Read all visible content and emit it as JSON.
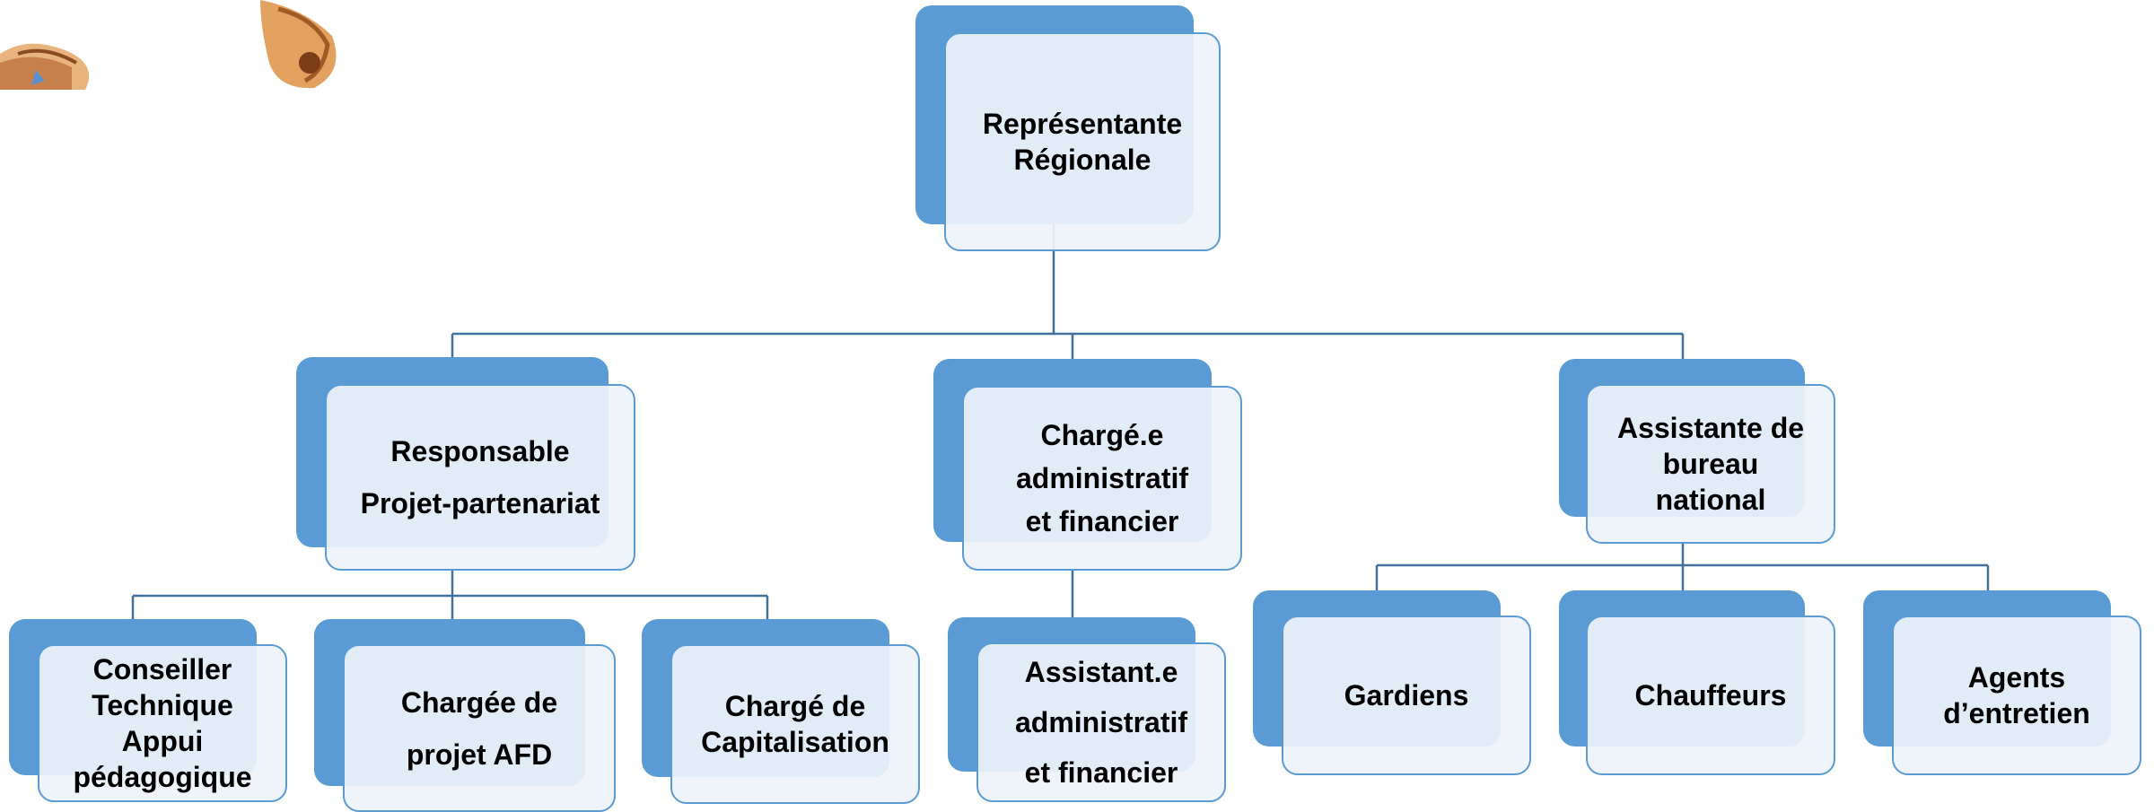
{
  "colors": {
    "back_fill": "#5b9bd5",
    "front_fill": "#edf3fa",
    "border": "#5b9bd5",
    "line": "#41719c",
    "text": "#000000"
  },
  "nodes": {
    "root": {
      "label": "Représentante\nRégionale"
    },
    "responsable": {
      "label": "Responsable\nProjet-partenariat"
    },
    "charge_admin": {
      "label": "Chargé.e\nadministratif\net financier"
    },
    "assistante_bureau": {
      "label": "Assistante de\nbureau\nnational"
    },
    "conseiller": {
      "label": "Conseiller\nTechnique\nAppui\npédagogique"
    },
    "chargee_afd": {
      "label": "Chargée de\nprojet AFD"
    },
    "charge_capitalisation": {
      "label": "Chargé de\nCapitalisation"
    },
    "assistant_admin": {
      "label": "Assistant.e\nadministratif\net financier"
    },
    "gardiens": {
      "label": "Gardiens"
    },
    "chauffeurs": {
      "label": "Chauffeurs"
    },
    "agents": {
      "label": "Agents\nd’entretien"
    }
  }
}
